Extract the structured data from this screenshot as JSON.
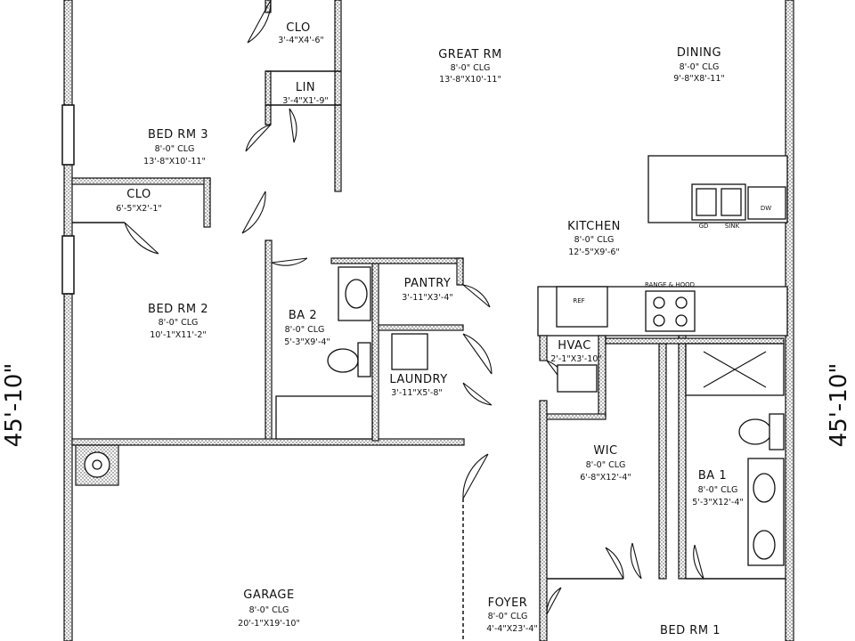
{
  "rooms": {
    "great_rm": {
      "name": "GREAT RM",
      "ceiling": "8'-0\" CLG",
      "size": "13'-8\"X10'-11\""
    },
    "dining": {
      "name": "DINING",
      "ceiling": "8'-0\" CLG",
      "size": "9'-8\"X8'-11\""
    },
    "clo_top": {
      "name": "CLO",
      "size": "3'-4\"X4'-6\""
    },
    "lin": {
      "name": "LIN",
      "size": "3'-4\"X1'-9\""
    },
    "bed_rm_3": {
      "name": "BED RM 3",
      "ceiling": "8'-0\" CLG",
      "size": "13'-8\"X10'-11\""
    },
    "clo_bed3": {
      "name": "CLO",
      "size": "6'-5\"X2'-1\""
    },
    "kitchen": {
      "name": "KITCHEN",
      "ceiling": "8'-0\" CLG",
      "size": "12'-5\"X9'-6\""
    },
    "bed_rm_2": {
      "name": "BED RM 2",
      "ceiling": "8'-0\" CLG",
      "size": "10'-1\"X11'-2\""
    },
    "ba_2": {
      "name": "BA 2",
      "ceiling": "8'-0\" CLG",
      "size": "5'-3\"X9'-4\""
    },
    "pantry": {
      "name": "PANTRY",
      "size": "3'-11\"X3'-4\""
    },
    "laundry": {
      "name": "LAUNDRY",
      "size": "3'-11\"X5'-8\""
    },
    "hvac": {
      "name": "HVAC",
      "size": "2'-1\"X3'-10\""
    },
    "wic": {
      "name": "WIC",
      "ceiling": "8'-0\" CLG",
      "size": "6'-8\"X12'-4\""
    },
    "ba_1": {
      "name": "BA 1",
      "ceiling": "8'-0\" CLG",
      "size": "5'-3\"X12'-4\""
    },
    "garage": {
      "name": "GARAGE",
      "ceiling": "8'-0\" CLG",
      "size": "20'-1\"X19'-10\""
    },
    "foyer": {
      "name": "FOYER",
      "ceiling": "8'-0\" CLG",
      "size": "4'-4\"X23'-4\""
    },
    "bed_rm_1": {
      "name": "BED RM 1"
    }
  },
  "appliances": {
    "range_hood": "RANGE & HOOD",
    "ref": "REF",
    "dw": "DW",
    "gd": "GD",
    "sink": "SINK"
  },
  "dimensions": {
    "left": "45'-10\"",
    "right": "45'-10\""
  }
}
